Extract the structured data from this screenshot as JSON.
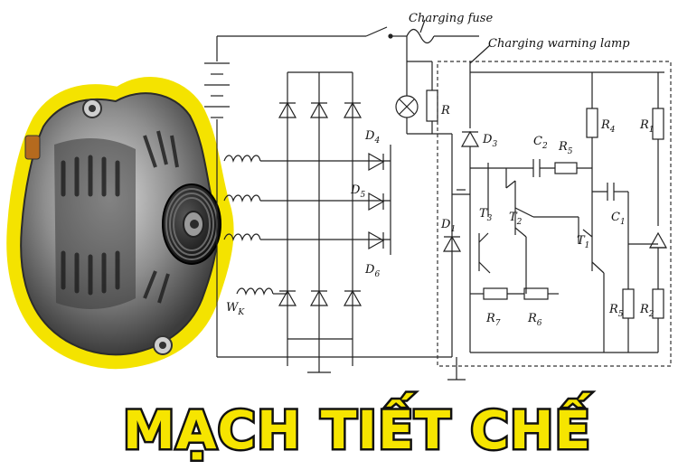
{
  "banner": {
    "title": "MẠCH TIẾT CHẾ"
  },
  "photo": {
    "icon": "alternator-icon",
    "outline_color": "#f4e300"
  },
  "circuit": {
    "labels": {
      "charging_fuse": "Charging fuse",
      "charging_warning_lamp": "Charging warning lamp",
      "lamp_resistor": "R",
      "d4": "D",
      "d4_sub": "4",
      "d5": "D",
      "d5_sub": "5",
      "d6": "D",
      "d6_sub": "6",
      "wk": "W",
      "wk_sub": "K",
      "d3": "D",
      "d3_sub": "3",
      "d1": "D",
      "d1_sub": "1",
      "c2": "C",
      "c2_sub": "2",
      "c1": "C",
      "c1_sub": "1",
      "r5_top": "R",
      "r5_top_sub": "5",
      "r4": "R",
      "r4_sub": "4",
      "r1": "R",
      "r1_sub": "1",
      "t3": "T",
      "t3_sub": "3",
      "t2": "T",
      "t2_sub": "2",
      "t1": "T",
      "t1_sub": "1",
      "r7": "R",
      "r7_sub": "7",
      "r6": "R",
      "r6_sub": "6",
      "r5_bottom": "R",
      "r5_bottom_sub": "5",
      "r2": "R",
      "r2_sub": "2"
    }
  }
}
